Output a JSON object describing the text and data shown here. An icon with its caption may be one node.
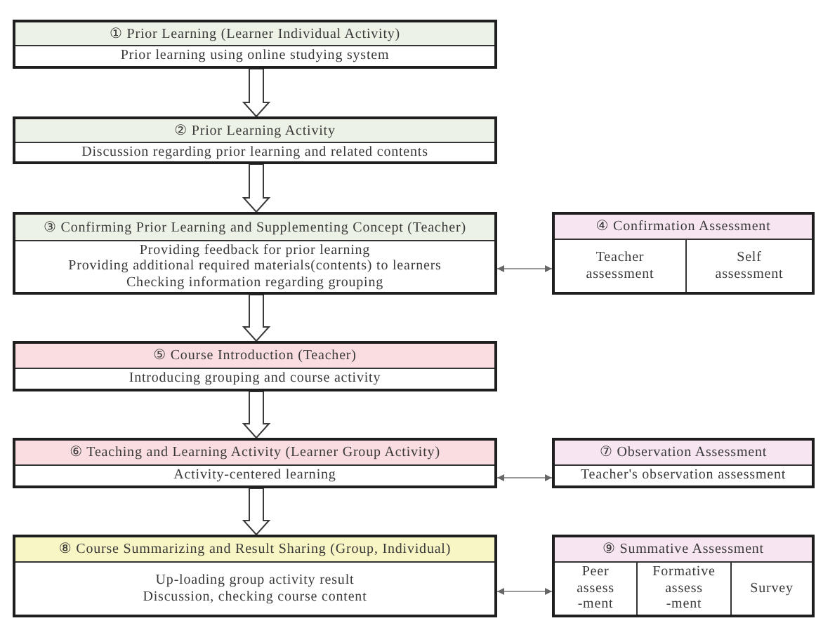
{
  "diagram": {
    "nodes": [
      {
        "text": [
          "① Prior Learning (Learner Individual Activity)",
          "Prior learning using online studying system"
        ]
      },
      {
        "text": [
          "② Prior Learning Activity",
          "Discussion regarding prior learning and related contents"
        ]
      },
      {
        "text": [
          "③ Confirming Prior Learning and Supplementing Concept (Teacher)",
          "Providing feedback for prior learning",
          "Providing additional required materials(contents) to learners",
          "Checking information regarding grouping"
        ]
      },
      {
        "text": [
          "④ Confirmation Assessment"
        ]
      },
      {
        "text": [
          "Teacher assessment"
        ],
        "in": 3
      },
      {
        "text": [
          "Self assessment"
        ],
        "in": 3
      },
      {
        "text": [
          "⑤ Course Introduction (Teacher)",
          "Introducing grouping and course activity"
        ]
      },
      {
        "text": [
          "⑥ Teaching and Learning Activity (Learner Group Activity)",
          "Activity-centered learning"
        ]
      },
      {
        "text": [
          "⑦ Observation Assessment",
          "Teacher's observation assessment"
        ]
      },
      {
        "text": [
          "⑧ Course Summarizing and Result Sharing (Group, Individual)",
          "Up-loading group activity result",
          "Discussion, checking course content"
        ]
      },
      {
        "text": [
          "⑨ Summative Assessment"
        ]
      },
      {
        "text": [
          "Peer assess -ment"
        ],
        "in": 10
      },
      {
        "text": [
          "Formative assess -ment"
        ],
        "in": 10
      },
      {
        "text": [
          "Survey"
        ],
        "in": 10
      }
    ],
    "edges": [
      {
        "from": 0,
        "to": 1,
        "arrow": "to"
      },
      {
        "from": 1,
        "to": 2,
        "arrow": "to"
      },
      {
        "from": 2,
        "to": 3,
        "arrow": "both"
      },
      {
        "from": 2,
        "to": 6,
        "arrow": "to"
      },
      {
        "from": 6,
        "to": 7,
        "arrow": "to"
      },
      {
        "from": 7,
        "to": 8,
        "arrow": "both"
      },
      {
        "from": 7,
        "to": 9,
        "arrow": "to"
      },
      {
        "from": 9,
        "to": 10,
        "arrow": "both"
      }
    ]
  }
}
